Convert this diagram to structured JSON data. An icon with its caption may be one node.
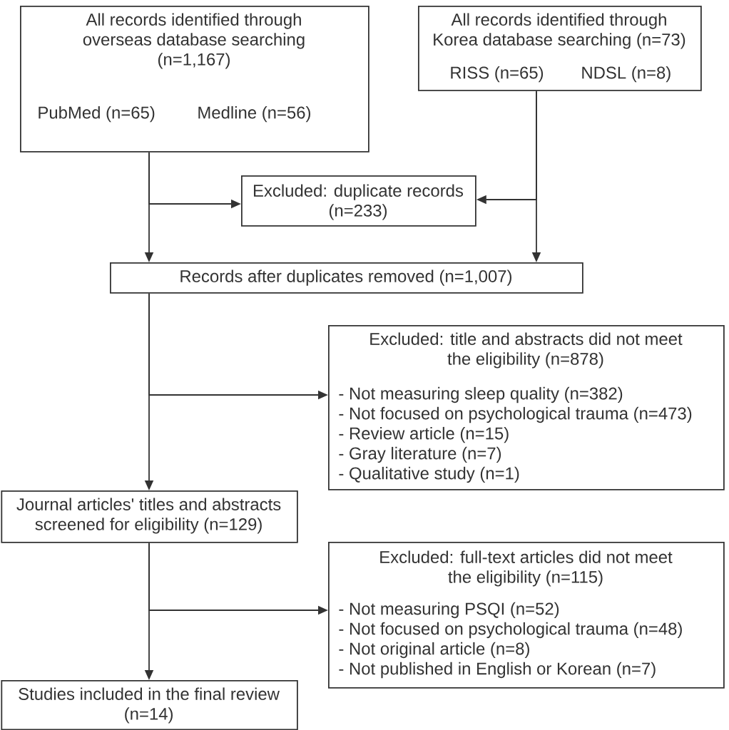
{
  "diagram": {
    "nodes": [
      {
        "text": [
          "All records identified through overseas database searching (n=1,167)",
          "PubMed (n=65)",
          "Medline (n=56)"
        ]
      },
      {
        "text": [
          "All records identified through Korea database searching (n=73)",
          "RISS (n=65)",
          "NDSL (n=8)"
        ]
      },
      {
        "text": [
          "Excluded: duplicate records (n=233)"
        ]
      },
      {
        "text": [
          "Records after duplicates removed (n=1,007)"
        ]
      },
      {
        "text": [
          "Excluded: title and abstracts did not meet the eligibility (n=878)",
          "- Not measuring sleep quality (n=382)",
          "- Not focused on psychological trauma (n=473)",
          "- Review article (n=15)",
          "- Gray literature (n=7)",
          "- Qualitative study (n=1)"
        ]
      },
      {
        "text": [
          "Journal articles' titles and abstracts screened for eligibility (n=129)"
        ]
      },
      {
        "text": [
          "Excluded: full-text articles did not meet the eligibility (n=115)",
          "- Not measuring PSQI (n=52)",
          "- Not focused on psychological trauma (n=48)",
          "- Not original article (n=8)",
          "- Not published in English or Korean (n=7)"
        ]
      },
      {
        "text": [
          "Studies included in the final review (n=14)"
        ]
      }
    ],
    "edges": [
      {
        "from": 0,
        "to": 2,
        "arrow": "to"
      },
      {
        "from": 1,
        "to": 2,
        "arrow": "to"
      },
      {
        "from": 0,
        "to": 3,
        "arrow": "to"
      },
      {
        "from": 1,
        "to": 3,
        "arrow": "to"
      },
      {
        "from": 3,
        "to": 4,
        "arrow": "to"
      },
      {
        "from": 3,
        "to": 5,
        "arrow": "to"
      },
      {
        "from": 5,
        "to": 6,
        "arrow": "to"
      },
      {
        "from": 5,
        "to": 7,
        "arrow": "to"
      }
    ]
  }
}
